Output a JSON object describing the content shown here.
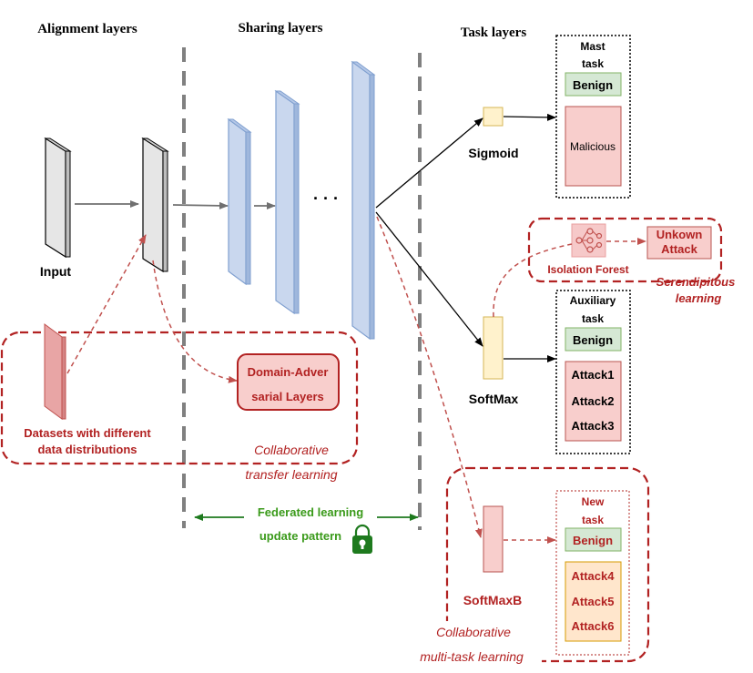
{
  "headers": {
    "alignment": "Alignment layers",
    "sharing": "Sharing layers",
    "task": "Task layers"
  },
  "labels": {
    "input": "Input",
    "datasets_line1": "Datasets with different",
    "datasets_line2": "data distributions",
    "domain_adv_line1": "Domain-Adver",
    "domain_adv_line2": "sarial Layers",
    "collab_transfer_line1": "Collaborative",
    "collab_transfer_line2": "transfer learning",
    "ellipsis": "· · ·",
    "federated_line1": "Federated learning",
    "federated_line2": "update pattern",
    "sigmoid": "Sigmoid",
    "softmax": "SoftMax",
    "softmaxb": "SoftMaxB",
    "isolation_forest": "Isolation Forest",
    "unknown_line1": "Unkown",
    "unknown_line2": "Attack",
    "serendipitous_line1": "Serendipitous",
    "serendipitous_line2": "learning",
    "collab_multitask_line1": "Collaborative",
    "collab_multitask_line2": "multi-task learning"
  },
  "tasks": {
    "mast": {
      "title_line1": "Mast",
      "title_line2": "task",
      "benign": "Benign",
      "malicious": "Malicious"
    },
    "auxiliary": {
      "title_line1": "Auxiliary",
      "title_line2": "task",
      "benign": "Benign",
      "attacks": [
        "Attack1",
        "Attack2",
        "Attack3"
      ]
    },
    "new": {
      "title_line1": "New",
      "title_line2": "task",
      "benign": "Benign",
      "attacks": [
        "Attack4",
        "Attack5",
        "Attack6"
      ]
    }
  },
  "colors": {
    "dark_red": "#b22222",
    "green": "#2e8b1e",
    "blue_fill": "#c9d7ee",
    "blue_stroke": "#7f9fcf",
    "gray_fill": "#e8e8e8",
    "red_fill": "#f6c9c9",
    "yellow_fill": "#fff2cc",
    "green_fill": "#d5e8d4",
    "orange_fill": "#ffe6cc"
  }
}
